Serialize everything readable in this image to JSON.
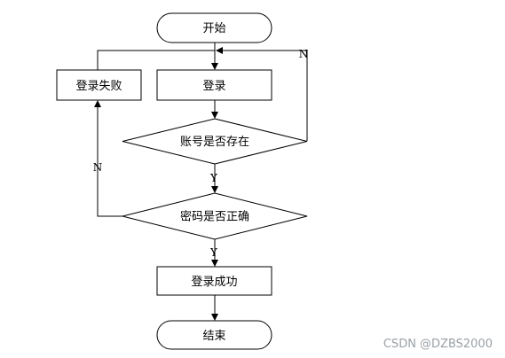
{
  "nodes": {
    "start": "开始",
    "login": "登录",
    "login_failed": "登录失败",
    "account_exists": "账号是否存在",
    "password_correct": "密码是否正确",
    "login_success": "登录成功",
    "end": "结束"
  },
  "edge_labels": {
    "account_no": "N",
    "account_yes": "Y",
    "password_no": "N",
    "password_yes": "Y"
  },
  "watermark": "CSDN @DZBS2000"
}
